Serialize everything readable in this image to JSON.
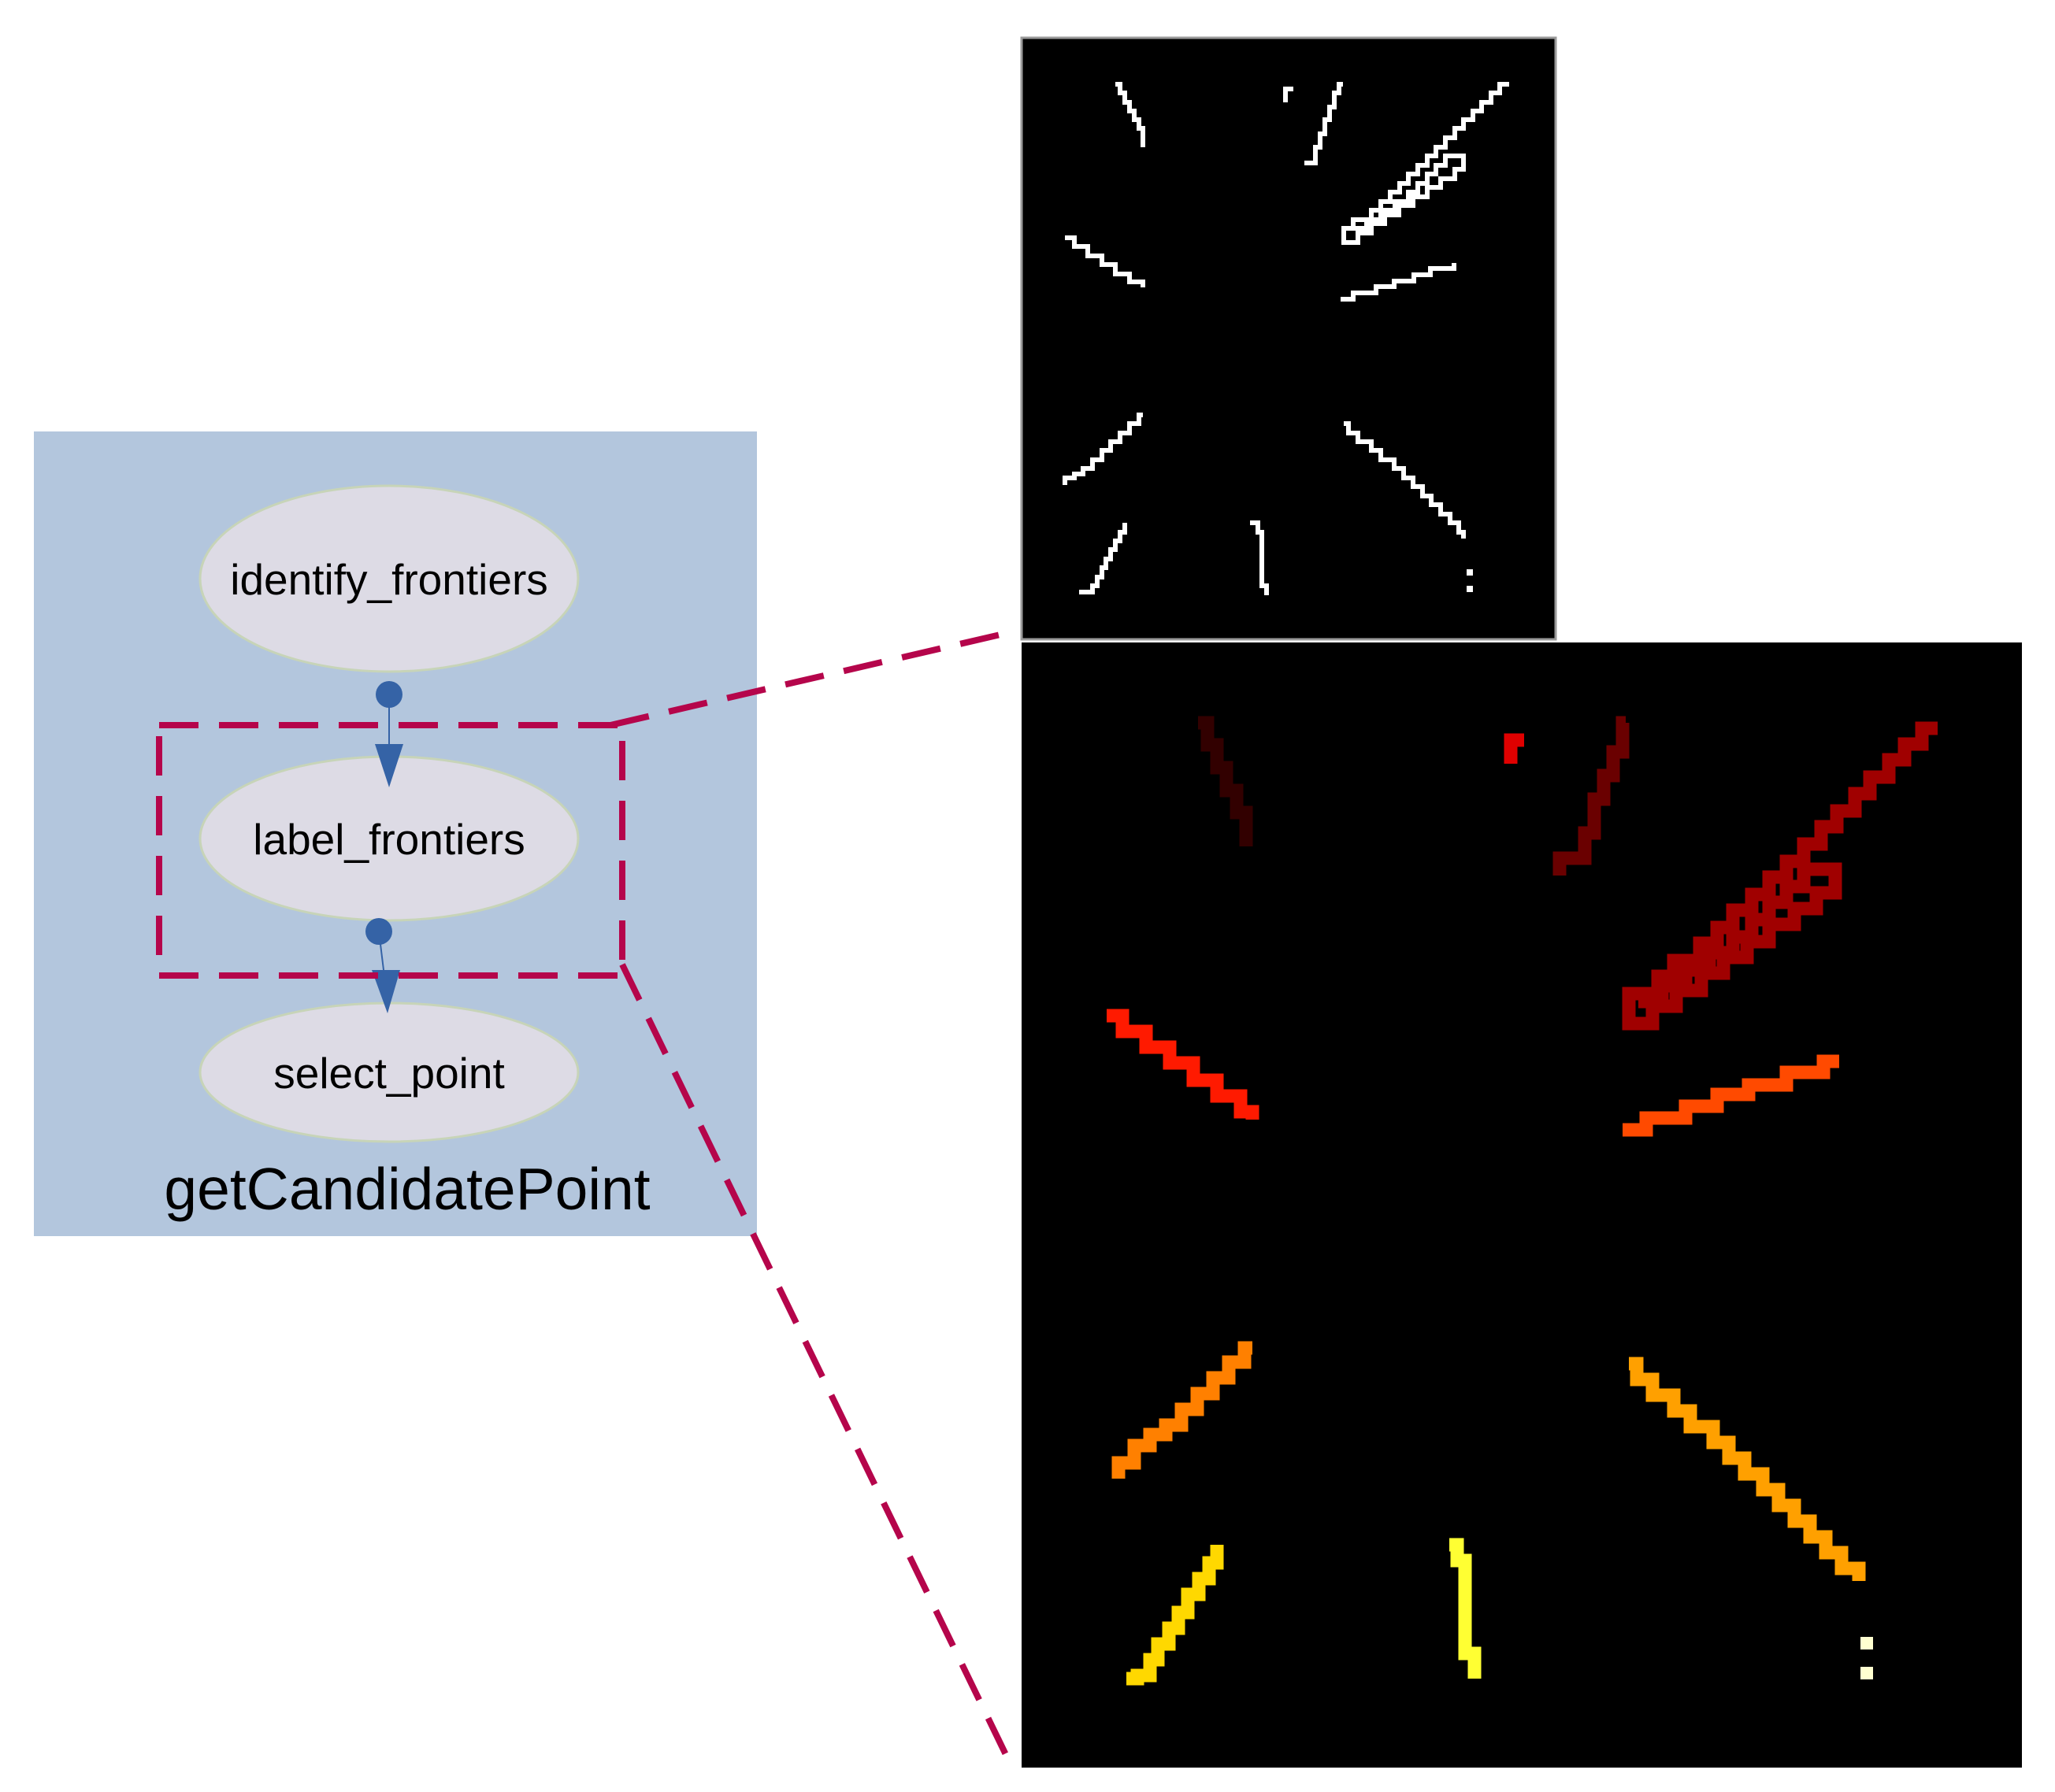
{
  "flow": {
    "cluster": {
      "label": "getCandidatePoint",
      "fill": "#b3c6dd",
      "nodes": [
        {
          "id": "identify",
          "label": "identify_frontiers"
        },
        {
          "id": "label",
          "label": "label_frontiers"
        },
        {
          "id": "select",
          "label": "select_point"
        }
      ]
    },
    "node_fill": "#dddbe5",
    "node_stroke": "#c7d4b8",
    "edge_color": "#3563a6",
    "highlight_color": "#b5054b"
  },
  "panels": {
    "binary": {
      "background": "#000000",
      "line_color": "#ffffff"
    },
    "labeled": {
      "background": "#000000",
      "palette": [
        "#320000",
        "#6a0000",
        "#a00000",
        "#e00000",
        "#ff1a00",
        "#ff4a00",
        "#ff8000",
        "#ffa000",
        "#ffd800",
        "#ffff33",
        "#ffffd0"
      ]
    }
  }
}
